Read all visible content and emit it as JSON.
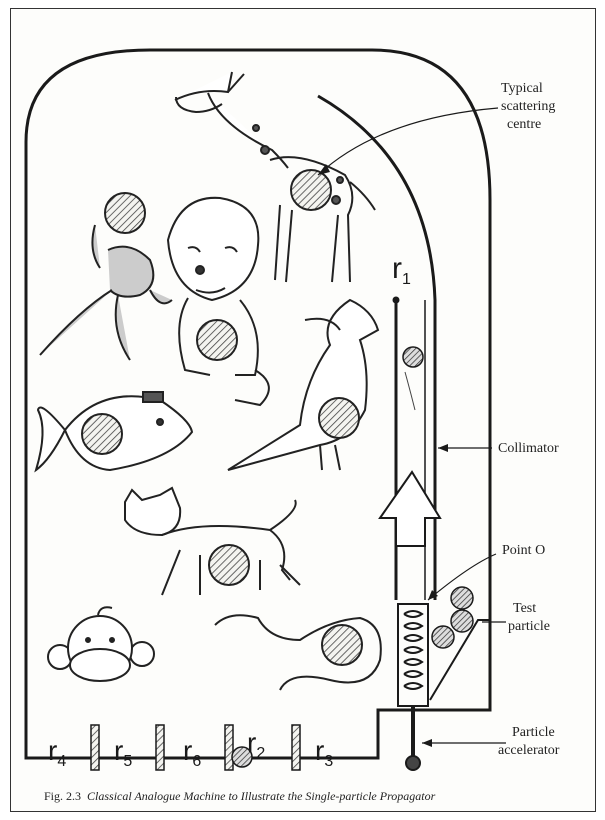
{
  "caption": {
    "number": "Fig. 2.3",
    "text": "Classical Analogue Machine to Illustrate the Single-particle Propagator"
  },
  "labels": {
    "scattering_line1": "Typical",
    "scattering_line2": "scattering",
    "scattering_line3": "centre",
    "collimator": "Collimator",
    "point_o": "Point O",
    "test_particle_line1": "Test",
    "test_particle_line2": "particle",
    "accelerator_line1": "Particle",
    "accelerator_line2": "accelerator"
  },
  "region_labels": {
    "r1": {
      "letter": "r",
      "sub": "1"
    },
    "r2": {
      "letter": "r",
      "sub": "2"
    },
    "r3": {
      "letter": "r",
      "sub": "3"
    },
    "r4": {
      "letter": "r",
      "sub": "4"
    },
    "r5": {
      "letter": "r",
      "sub": "5"
    },
    "r6": {
      "letter": "r",
      "sub": "6"
    }
  },
  "scatterers": [
    "giraffe",
    "lion",
    "monkey",
    "bird",
    "fish",
    "cat",
    "snake",
    "monkey-face"
  ]
}
